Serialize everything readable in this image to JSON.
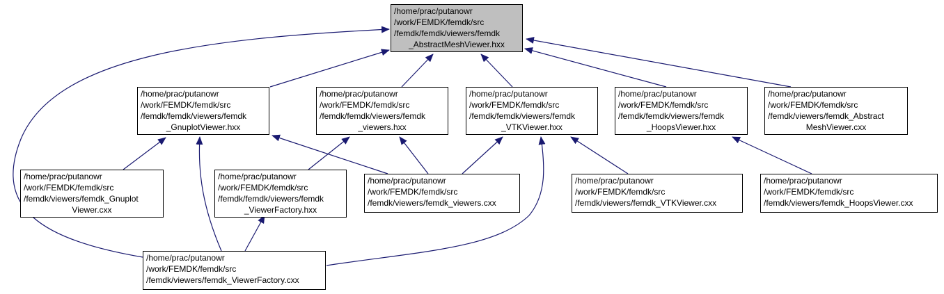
{
  "diagram": {
    "type": "include-dependency-graph",
    "colors": {
      "edge": "#191970",
      "root_fill": "#bfbfbf",
      "node_fill": "#ffffff",
      "node_border": "#000000"
    },
    "nodes": {
      "root": {
        "lines": [
          "/home/prac/putanowr",
          "/work/FEMDK/femdk/src",
          "/femdk/femdk/viewers/femdk",
          "_AbstractMeshViewer.hxx"
        ],
        "align": "left"
      },
      "gnuplot_hxx": {
        "lines": [
          "/home/prac/putanowr",
          "/work/FEMDK/femdk/src",
          "/femdk/femdk/viewers/femdk",
          "_GnuplotViewer.hxx"
        ],
        "align": "left"
      },
      "viewers_hxx": {
        "lines": [
          "/home/prac/putanowr",
          "/work/FEMDK/femdk/src",
          "/femdk/femdk/viewers/femdk",
          "_viewers.hxx"
        ],
        "align": "left"
      },
      "vtk_hxx": {
        "lines": [
          "/home/prac/putanowr",
          "/work/FEMDK/femdk/src",
          "/femdk/femdk/viewers/femdk",
          "_VTKViewer.hxx"
        ],
        "align": "left"
      },
      "hoops_hxx": {
        "lines": [
          "/home/prac/putanowr",
          "/work/FEMDK/femdk/src",
          "/femdk/femdk/viewers/femdk",
          "_HoopsViewer.hxx"
        ],
        "align": "left"
      },
      "abstract_cxx": {
        "lines": [
          "/home/prac/putanowr",
          "/work/FEMDK/femdk/src",
          "/femdk/viewers/femdk_Abstract",
          "MeshViewer.cxx"
        ],
        "align": "left"
      },
      "gnuplot_cxx": {
        "lines": [
          "/home/prac/putanowr",
          "/work/FEMDK/femdk/src",
          "/femdk/viewers/femdk_Gnuplot",
          "Viewer.cxx"
        ],
        "align": "left"
      },
      "factory_hxx": {
        "lines": [
          "/home/prac/putanowr",
          "/work/FEMDK/femdk/src",
          "/femdk/femdk/viewers/femdk",
          "_ViewerFactory.hxx"
        ],
        "align": "left"
      },
      "viewers_cxx": {
        "lines": [
          "/home/prac/putanowr",
          "/work/FEMDK/femdk/src",
          "/femdk/viewers/femdk_viewers.cxx"
        ],
        "align": "left"
      },
      "vtk_cxx": {
        "lines": [
          "/home/prac/putanowr",
          "/work/FEMDK/femdk/src",
          "/femdk/viewers/femdk_VTKViewer.cxx"
        ],
        "align": "left"
      },
      "hoops_cxx": {
        "lines": [
          "/home/prac/putanowr",
          "/work/FEMDK/femdk/src",
          "/femdk/viewers/femdk_HoopsViewer.cxx"
        ],
        "align": "left"
      },
      "factory_cxx": {
        "lines": [
          "/home/prac/putanowr",
          "/work/FEMDK/femdk/src",
          "/femdk/viewers/femdk_ViewerFactory.cxx"
        ],
        "align": "left"
      }
    },
    "edges": [
      {
        "from": "gnuplot_hxx",
        "to": "root"
      },
      {
        "from": "viewers_hxx",
        "to": "root"
      },
      {
        "from": "vtk_hxx",
        "to": "root"
      },
      {
        "from": "hoops_hxx",
        "to": "root"
      },
      {
        "from": "abstract_cxx",
        "to": "root"
      },
      {
        "from": "factory_cxx",
        "to": "root"
      },
      {
        "from": "gnuplot_cxx",
        "to": "gnuplot_hxx"
      },
      {
        "from": "viewers_cxx",
        "to": "gnuplot_hxx"
      },
      {
        "from": "factory_cxx",
        "to": "gnuplot_hxx"
      },
      {
        "from": "factory_hxx",
        "to": "viewers_hxx"
      },
      {
        "from": "viewers_cxx",
        "to": "viewers_hxx"
      },
      {
        "from": "viewers_cxx",
        "to": "vtk_hxx"
      },
      {
        "from": "vtk_cxx",
        "to": "vtk_hxx"
      },
      {
        "from": "factory_cxx",
        "to": "vtk_hxx"
      },
      {
        "from": "hoops_cxx",
        "to": "hoops_hxx"
      },
      {
        "from": "factory_cxx",
        "to": "factory_hxx"
      }
    ]
  }
}
